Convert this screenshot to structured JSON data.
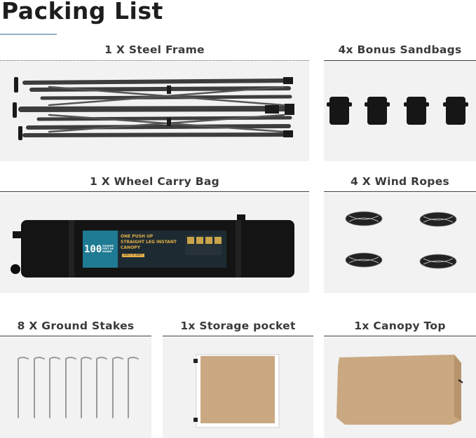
{
  "page_title": "Packing List",
  "items": [
    {
      "label": "1 X Steel Frame"
    },
    {
      "label": "4x Bonus Sandbags"
    },
    {
      "label": "1 X Wheel Carry Bag"
    },
    {
      "label": "4 X Wind Ropes"
    },
    {
      "label": "8 X Ground Stakes"
    },
    {
      "label": "1x Storage pocket"
    },
    {
      "label": "1x Canopy Top"
    }
  ],
  "bag_print": {
    "number": "100",
    "number_caption": "SQUARE FEET OF SHADE",
    "heading_line1": "ONE PUSH UP",
    "heading_line2": "STRAIGHT LEG INSTANT",
    "heading_line3": "CANOPY",
    "size": "10FT X 10FT"
  },
  "colors": {
    "panel_bg": "#f2f2f2",
    "frame": "#3f3f3f",
    "bag": "#141414",
    "bag_label": "#1f7a93",
    "canopy": "#c9a882",
    "rule": "#3a3a3a"
  }
}
